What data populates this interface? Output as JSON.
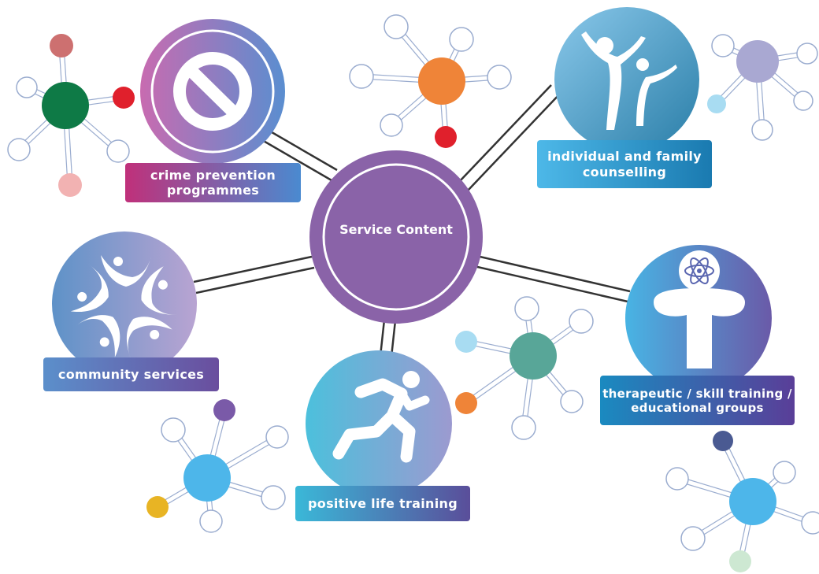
{
  "center": {
    "title": "Service Content"
  },
  "services": [
    {
      "label": "crime prevention\nprogrammes",
      "icon": "prohibited-icon"
    },
    {
      "label": "individual and family\ncounselling",
      "icon": "parent-child-icon"
    },
    {
      "label": "community services",
      "icon": "community-people-icon"
    },
    {
      "label": "positive life training",
      "icon": "running-person-icon"
    },
    {
      "label": "therapeutic / skill training /\neducational groups",
      "icon": "atom-head-person-icon"
    }
  ],
  "colors": {
    "center": "#8a63a8",
    "crime_gradient": [
      "#c0307a",
      "#4a8ad0"
    ],
    "counselling_gradient": [
      "#45b6e6",
      "#1a7ab0"
    ],
    "community_gradient": [
      "#5b8fcb",
      "#7a5aa8"
    ],
    "positive_gradient": [
      "#3ab8d8",
      "#5a4e9a"
    ],
    "therapeutic_gradient": [
      "#1a8ac0",
      "#5a3e98"
    ]
  }
}
